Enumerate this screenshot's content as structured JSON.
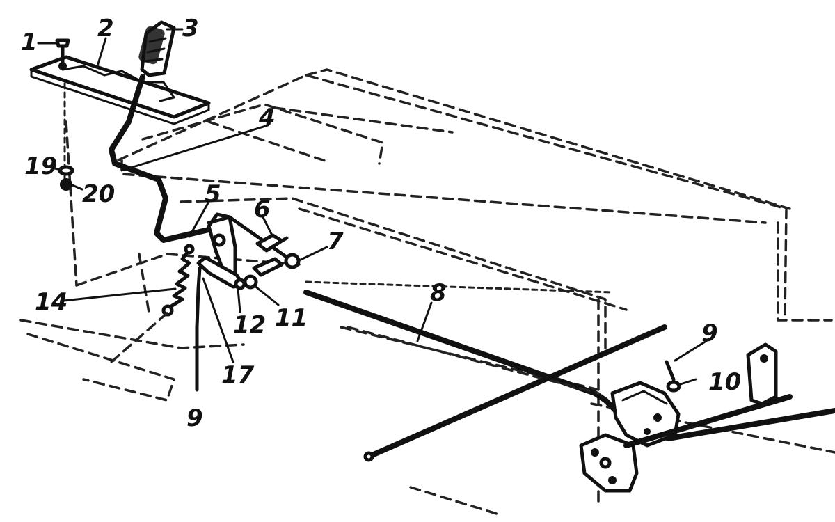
{
  "callouts": {
    "c1": "1",
    "c2": "2",
    "c3": "3",
    "c4": "4",
    "c5": "5",
    "c6": "6",
    "c7": "7",
    "c8": "8",
    "c9_left": "9",
    "c9_right": "9",
    "c10": "10",
    "c11": "11",
    "c12": "12",
    "c14": "14",
    "c17": "17",
    "c19": "19",
    "c20": "20"
  }
}
